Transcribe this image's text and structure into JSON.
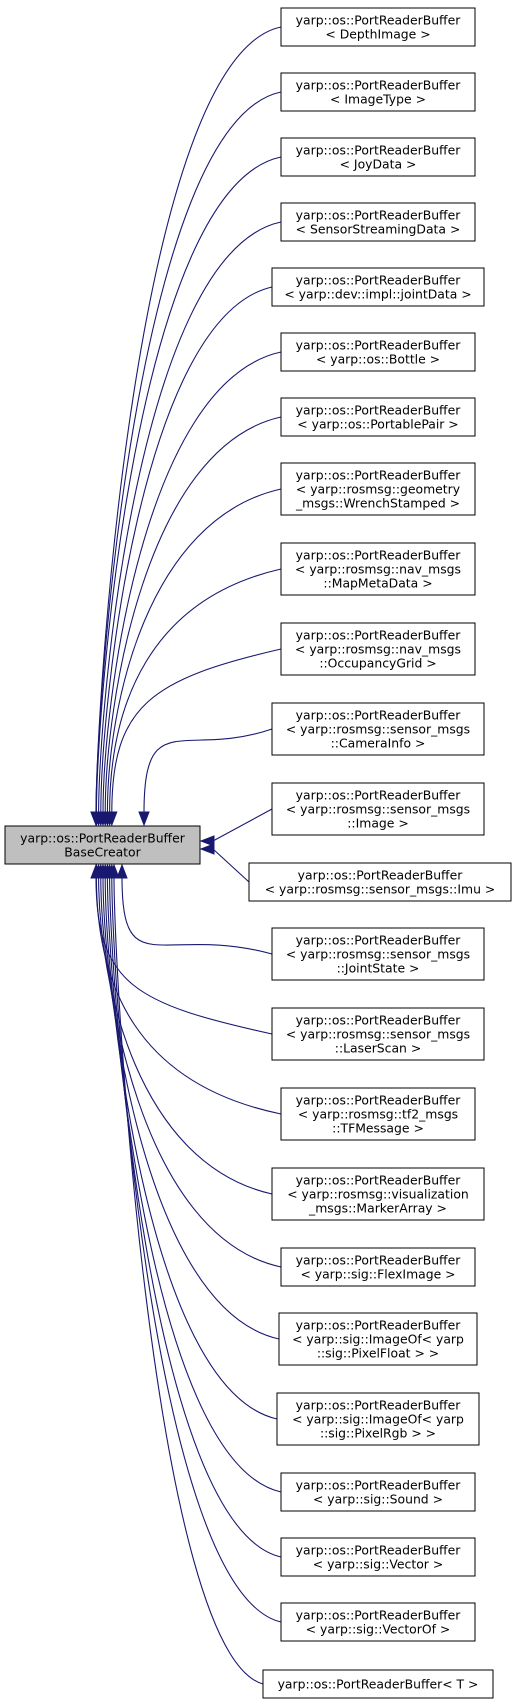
{
  "colors": {
    "edge": "#191970",
    "base_fill": "#bfbfbf",
    "node_fill": "#ffffff",
    "border": "#000000"
  },
  "base_class": {
    "lines": [
      "yarp::os::PortReaderBuffer",
      "BaseCreator"
    ]
  },
  "derived_classes": [
    {
      "lines": [
        "yarp::os::PortReaderBuffer",
        "< DepthImage >"
      ]
    },
    {
      "lines": [
        "yarp::os::PortReaderBuffer",
        "< ImageType >"
      ]
    },
    {
      "lines": [
        "yarp::os::PortReaderBuffer",
        "< JoyData >"
      ]
    },
    {
      "lines": [
        "yarp::os::PortReaderBuffer",
        "< SensorStreamingData >"
      ]
    },
    {
      "lines": [
        "yarp::os::PortReaderBuffer",
        "< yarp::dev::impl::jointData >"
      ]
    },
    {
      "lines": [
        "yarp::os::PortReaderBuffer",
        "< yarp::os::Bottle >"
      ]
    },
    {
      "lines": [
        "yarp::os::PortReaderBuffer",
        "< yarp::os::PortablePair >"
      ]
    },
    {
      "lines": [
        "yarp::os::PortReaderBuffer",
        "< yarp::rosmsg::geometry",
        "_msgs::WrenchStamped >"
      ]
    },
    {
      "lines": [
        "yarp::os::PortReaderBuffer",
        "< yarp::rosmsg::nav_msgs",
        "::MapMetaData >"
      ]
    },
    {
      "lines": [
        "yarp::os::PortReaderBuffer",
        "< yarp::rosmsg::nav_msgs",
        "::OccupancyGrid >"
      ]
    },
    {
      "lines": [
        "yarp::os::PortReaderBuffer",
        "< yarp::rosmsg::sensor_msgs",
        "::CameraInfo >"
      ]
    },
    {
      "lines": [
        "yarp::os::PortReaderBuffer",
        "< yarp::rosmsg::sensor_msgs",
        "::Image >"
      ]
    },
    {
      "lines": [
        "yarp::os::PortReaderBuffer",
        "< yarp::rosmsg::sensor_msgs::Imu >"
      ]
    },
    {
      "lines": [
        "yarp::os::PortReaderBuffer",
        "< yarp::rosmsg::sensor_msgs",
        "::JointState >"
      ]
    },
    {
      "lines": [
        "yarp::os::PortReaderBuffer",
        "< yarp::rosmsg::sensor_msgs",
        "::LaserScan >"
      ]
    },
    {
      "lines": [
        "yarp::os::PortReaderBuffer",
        "< yarp::rosmsg::tf2_msgs",
        "::TFMessage >"
      ]
    },
    {
      "lines": [
        "yarp::os::PortReaderBuffer",
        "< yarp::rosmsg::visualization",
        "_msgs::MarkerArray >"
      ]
    },
    {
      "lines": [
        "yarp::os::PortReaderBuffer",
        "< yarp::sig::FlexImage >"
      ]
    },
    {
      "lines": [
        "yarp::os::PortReaderBuffer",
        "< yarp::sig::ImageOf< yarp",
        "::sig::PixelFloat > >"
      ]
    },
    {
      "lines": [
        "yarp::os::PortReaderBuffer",
        "< yarp::sig::ImageOf< yarp",
        "::sig::PixelRgb > >"
      ]
    },
    {
      "lines": [
        "yarp::os::PortReaderBuffer",
        "< yarp::sig::Sound >"
      ]
    },
    {
      "lines": [
        "yarp::os::PortReaderBuffer",
        "< yarp::sig::Vector >"
      ]
    },
    {
      "lines": [
        "yarp::os::PortReaderBuffer",
        "< yarp::sig::VectorOf >"
      ]
    },
    {
      "lines": [
        "yarp::os::PortReaderBuffer< T >"
      ]
    }
  ]
}
